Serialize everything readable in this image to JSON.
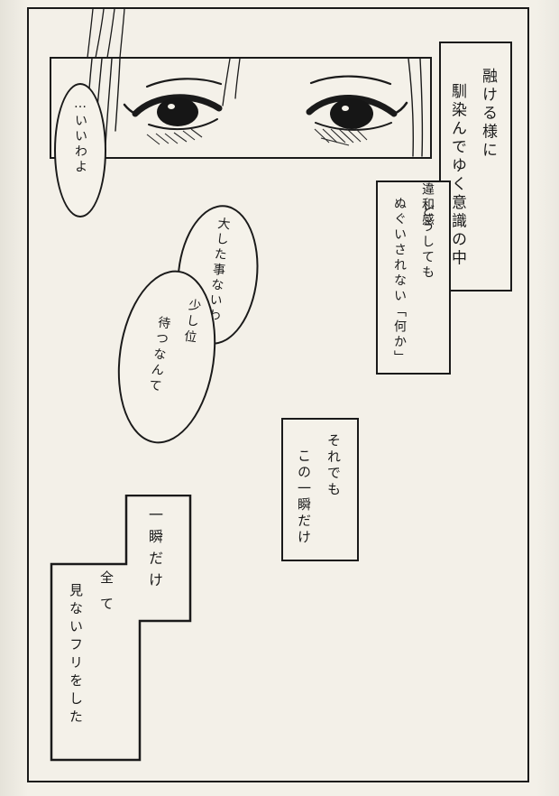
{
  "colors": {
    "paper": "#f3f0e8",
    "ink": "#1a1a1a"
  },
  "narration": {
    "melt": {
      "col1": "融ける様に",
      "col2": "馴染んでゆく意識の中"
    },
    "something": {
      "col1": "どうしても",
      "col2": "ぬぐいされない「何か」",
      "ruby": "違和感"
    },
    "moment": {
      "col1": "それでも",
      "col2": "この一瞬だけ"
    },
    "pretend": {
      "col1": "一瞬だけ",
      "col2": "全て",
      "col3": "見ないフリをした"
    }
  },
  "speech": {
    "iiwayo": {
      "text": "…いいわよ"
    },
    "taishita": {
      "text": "大した事ないわ"
    },
    "sukoshi": {
      "col1": "少し位",
      "col2": "待つなんて"
    }
  }
}
